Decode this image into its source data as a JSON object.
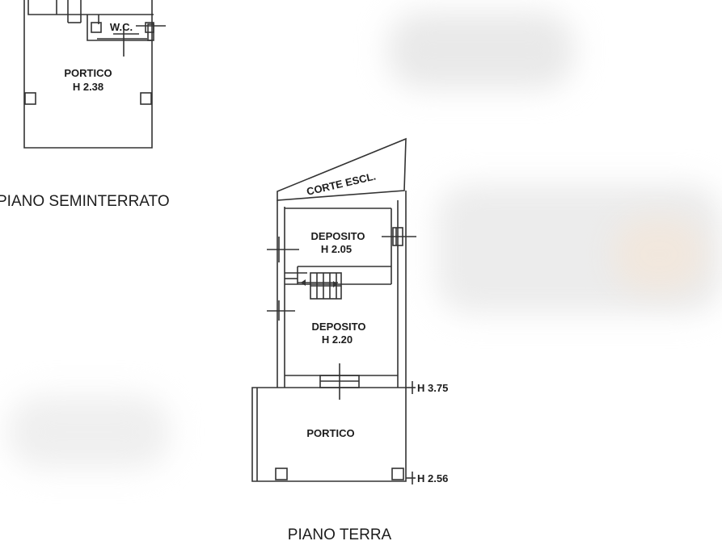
{
  "colors": {
    "line": "#333333",
    "background": "#ffffff"
  },
  "semi_basement": {
    "title": "PIANO SEMINTERRATO",
    "rooms": [
      {
        "name": "W.C."
      },
      {
        "name": "PORTICO",
        "height": "H 2.38"
      }
    ]
  },
  "ground_floor": {
    "title": "PIANO TERRA",
    "court": "CORTE ESCL.",
    "rooms": [
      {
        "name": "DEPOSITO",
        "height": "H 2.05"
      },
      {
        "name": "DEPOSITO",
        "height": "H 2.20"
      },
      {
        "name": "PORTICO"
      }
    ],
    "levels": [
      "H 3.75",
      "H 2.56"
    ]
  }
}
